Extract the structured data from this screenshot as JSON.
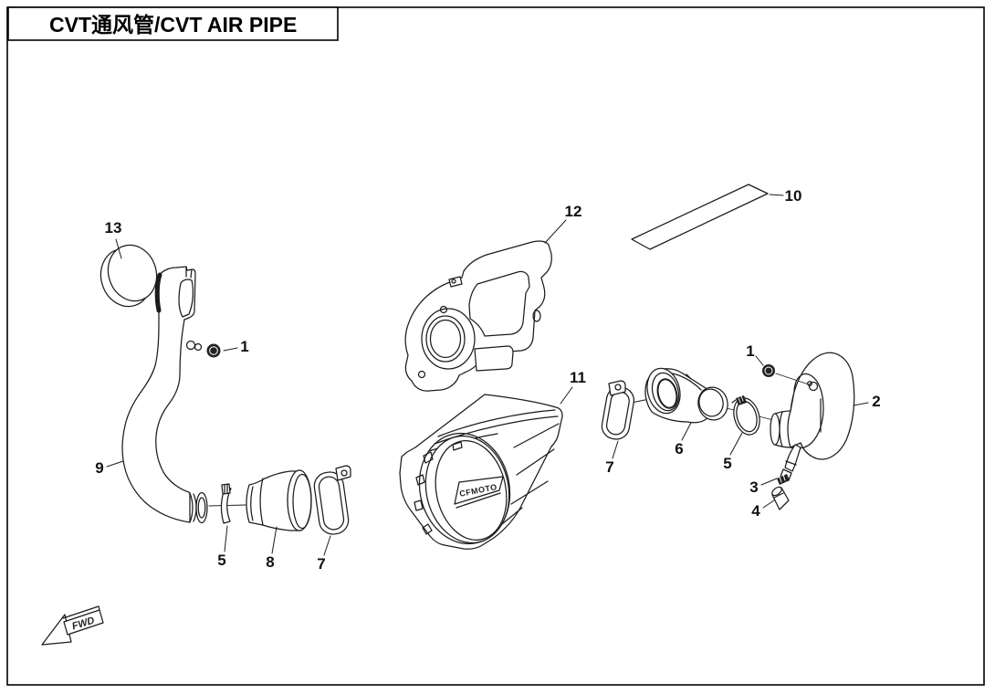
{
  "page": {
    "title": "CVT通风管/CVT AIR PIPE",
    "background": "#ffffff",
    "border_color": "#000000"
  },
  "diagram": {
    "line_color": "#1c1c1c",
    "brand_text": "CFMOTO",
    "fwd_label": "FWD",
    "callouts": [
      "13",
      "1",
      "9",
      "5",
      "8",
      "7",
      "12",
      "11",
      "10",
      "7",
      "6",
      "5",
      "1",
      "2",
      "3",
      "4"
    ]
  }
}
